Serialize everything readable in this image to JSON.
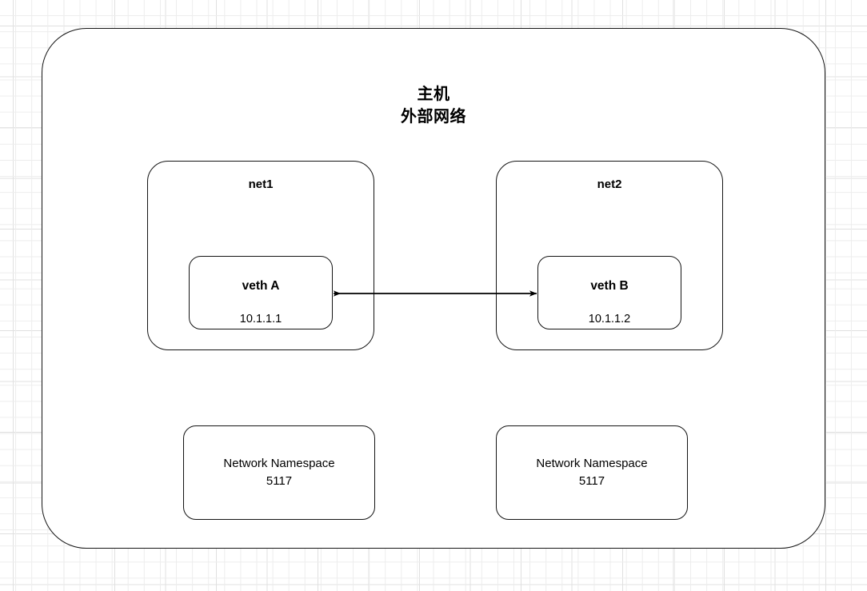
{
  "diagram": {
    "host": {
      "title": "主机\n外部网络"
    },
    "networks": [
      {
        "name": "net1",
        "veth": {
          "name": "veth A",
          "ip": "10.1.1.1"
        },
        "namespace": "Network Namespace\n5117"
      },
      {
        "name": "net2",
        "veth": {
          "name": "veth B",
          "ip": "10.1.1.2"
        },
        "namespace": "Network Namespace\n5117"
      }
    ],
    "connector": {
      "kind": "double-headed-arrow",
      "from": "veth A",
      "to": "veth B"
    },
    "colors": {
      "stroke": "#141414",
      "fill": "#ffffff",
      "grid_minor": "#ededed",
      "grid_major": "#e0e0e0",
      "text": "#000000"
    }
  }
}
